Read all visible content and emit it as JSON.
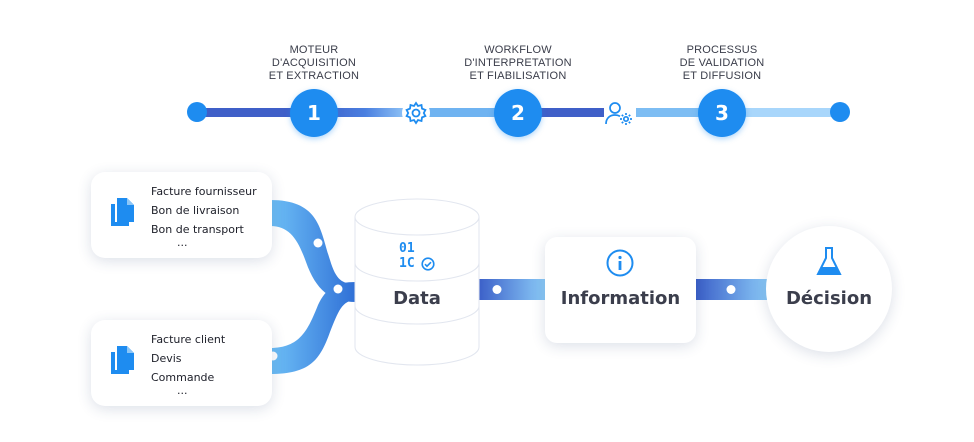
{
  "steps": [
    {
      "number": "1",
      "label": "MOTEUR\nD'ACQUISITION\nET EXTRACTION"
    },
    {
      "number": "2",
      "label": "WORKFLOW\nD'INTERPRETATION\nET FIABILISATION"
    },
    {
      "number": "3",
      "label": "PROCESSUS\nDE VALIDATION\nET DIFFUSION"
    }
  ],
  "timeline_icons": [
    "gear-icon",
    "user-settings-icon"
  ],
  "supplier_docs": {
    "icon": "documents-icon",
    "items": [
      "Facture fournisseur",
      "Bon de livraison",
      "Bon de transport"
    ],
    "more": "..."
  },
  "client_docs": {
    "icon": "documents-icon",
    "items": [
      "Facture client",
      "Devis",
      "Commande"
    ],
    "more": "..."
  },
  "data_node": {
    "label": "Data",
    "icon": "binary-check-icon",
    "binary_top": "01",
    "binary_bottom": "1C"
  },
  "information_node": {
    "label": "Information",
    "icon": "info-icon"
  },
  "decision_node": {
    "label": "Décision",
    "icon": "flask-icon"
  },
  "colors": {
    "primary": "#1e8cf0",
    "flow_light": "#5fb6f5",
    "flow_dark": "#3b5fc8",
    "text": "#3b3e4c"
  }
}
